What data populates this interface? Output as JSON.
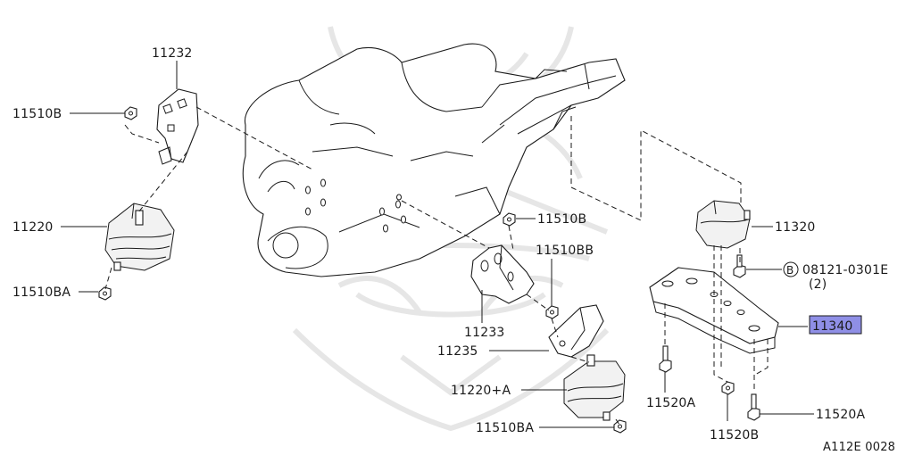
{
  "labels": {
    "p11232": "11232",
    "p11510B_left": "11510B",
    "p11220": "11220",
    "p11510BA_left": "11510BA",
    "p11510B_mid": "11510B",
    "p11510BB": "11510BB",
    "p11233": "11233",
    "p11235": "11235",
    "p11220A": "11220+A",
    "p11510BA_bottom": "11510BA",
    "p11320": "11320",
    "bolt_spec": "08121-0301E",
    "bolt_qty": "(2)",
    "bolt_circle_letter": "B",
    "p11340": "11340",
    "p11520A_left": "11520A",
    "p11520B": "11520B",
    "p11520A_right": "11520A",
    "figure_code": "A112E 0028"
  },
  "highlight_color": "#8f8fe6"
}
